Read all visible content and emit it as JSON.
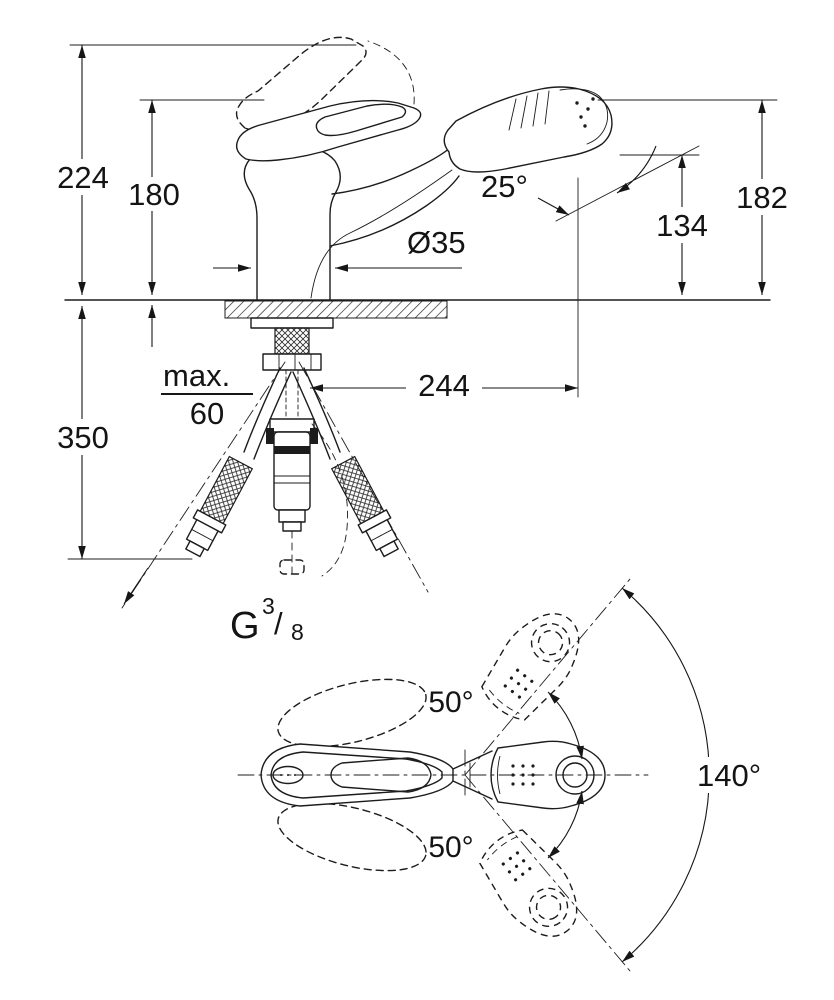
{
  "drawing": {
    "side_view": {
      "labels": {
        "total_height": "224",
        "handle_height": "180",
        "head_height": "182",
        "outlet_height": "134",
        "spray_tilt": "25°",
        "hole_diameter": "Ø35",
        "projection": "244",
        "deck_max_label": "max.",
        "deck_max_value": "60",
        "under_deck_depth": "350",
        "thread_prefix": "G",
        "thread_numerator": "3",
        "thread_slash": "/",
        "thread_denominator": "8"
      }
    },
    "top_view": {
      "labels": {
        "swivel_upper": "50°",
        "swivel_lower": "50°",
        "swivel_range": "140°"
      }
    },
    "colors": {
      "line": "#1c1c1c",
      "background": "#ffffff"
    }
  }
}
